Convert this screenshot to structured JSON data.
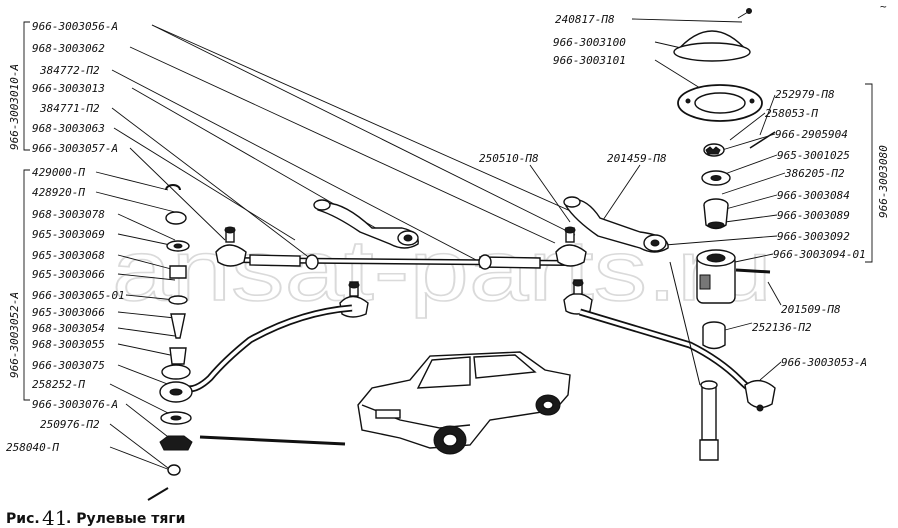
{
  "watermark": "ansat-parts.ru",
  "caption": {
    "prefix": "Рис.",
    "number": "41",
    "title": ". Рулевые тяги"
  },
  "group_labels": {
    "left_top": "966-3003010-А",
    "left_bottom": "966-3003052-А",
    "right": "966-3003080"
  },
  "labels": {
    "l01": "966-3003056-А",
    "l02": "968-3003062",
    "l03": "384772-П2",
    "l04": "966-3003013",
    "l05": "384771-П2",
    "l06": "968-3003063",
    "l07": "966-3003057-А",
    "l08": "429000-П",
    "l09": "428920-П",
    "l10": "968-3003078",
    "l11": "965-3003069",
    "l12": "965-3003068",
    "l13": "965-3003066",
    "l14": "966-3003065-01",
    "l15": "965-3003066",
    "l16": "968-3003054",
    "l17": "968-3003055",
    "l18": "966-3003075",
    "l19": "258252-П",
    "l20": "966-3003076-А",
    "l21": "250976-П2",
    "l22": "258040-П",
    "r01": "240817-П8",
    "r02": "966-3003100",
    "r03": "966-3003101",
    "r04": "252979-П8",
    "r05": "258053-П",
    "r06": "966-2905904",
    "r07": "965-3001025",
    "r08": "386205-П2",
    "r09": "966-3003084",
    "r10": "966-3003089",
    "r11": "966-3003092",
    "r12": "966-3003094-01",
    "r13": "201509-П8",
    "r14": "252136-П2",
    "r15": "966-3003053-А",
    "c01": "250510-П8",
    "c02": "201459-П8"
  }
}
